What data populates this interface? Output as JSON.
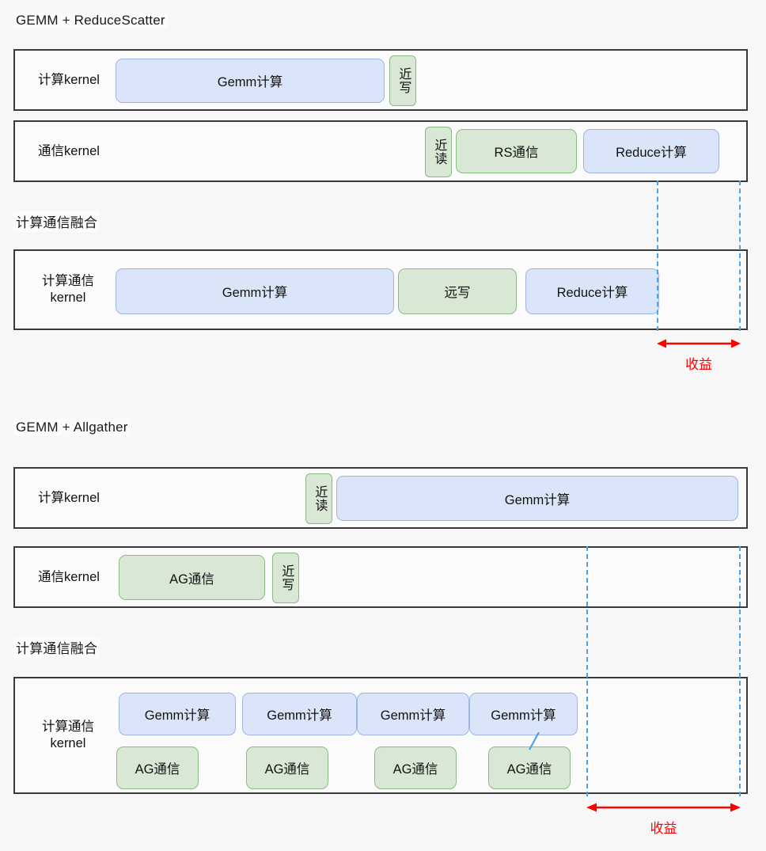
{
  "sections": [
    {
      "title": "GEMM + ReduceScatter",
      "rows": [
        {
          "label": "计算kernel",
          "blocks": [
            {
              "text": "Gemm计算",
              "color": "blue",
              "orient": "h"
            },
            {
              "text": "近写",
              "color": "green",
              "orient": "v"
            }
          ]
        },
        {
          "label": "通信kernel",
          "blocks": [
            {
              "text": "近读",
              "color": "green",
              "orient": "v"
            },
            {
              "text": "RS通信",
              "color": "green",
              "orient": "h"
            },
            {
              "text": "Reduce计算",
              "color": "blue",
              "orient": "h"
            }
          ]
        }
      ]
    },
    {
      "title": "计算通信融合",
      "rows": [
        {
          "label_line1": "计算通信",
          "label_line2": "kernel",
          "blocks": [
            {
              "text": "Gemm计算",
              "color": "blue",
              "orient": "h"
            },
            {
              "text": "远写",
              "color": "green",
              "orient": "h"
            },
            {
              "text": "Reduce计算",
              "color": "blue",
              "orient": "h"
            }
          ]
        }
      ],
      "gain_label": "收益"
    },
    {
      "title": "GEMM + Allgather",
      "rows": [
        {
          "label": "计算kernel",
          "blocks": [
            {
              "text": "近读",
              "color": "green",
              "orient": "v"
            },
            {
              "text": "Gemm计算",
              "color": "blue",
              "orient": "h"
            }
          ]
        },
        {
          "label": "通信kernel",
          "blocks": [
            {
              "text": "AG通信",
              "color": "green",
              "orient": "h"
            },
            {
              "text": "近写",
              "color": "green",
              "orient": "v"
            }
          ]
        }
      ]
    },
    {
      "title": "计算通信融合",
      "rows": [
        {
          "label_line1": "计算通信",
          "label_line2": "kernel",
          "gemm_blocks": [
            {
              "text": "Gemm计算",
              "color": "blue"
            },
            {
              "text": "Gemm计算",
              "color": "blue"
            },
            {
              "text": "Gemm计算",
              "color": "blue"
            },
            {
              "text": "Gemm计算",
              "color": "blue"
            }
          ],
          "ag_blocks": [
            {
              "text": "AG通信",
              "color": "green"
            },
            {
              "text": "AG通信",
              "color": "green"
            },
            {
              "text": "AG通信",
              "color": "green"
            },
            {
              "text": "AG通信",
              "color": "green"
            }
          ]
        }
      ],
      "gain_label": "收益"
    }
  ],
  "colors": {
    "blue_fill": "#dbe5f9",
    "blue_stroke": "#9db6e3",
    "green_fill": "#d8e8d4",
    "green_stroke": "#8cba84",
    "row_border": "#3a3a3a",
    "dashed_guide": "#4aa3e8",
    "gain_red": "#ff0000",
    "page_bg": "#f7f7f7"
  }
}
